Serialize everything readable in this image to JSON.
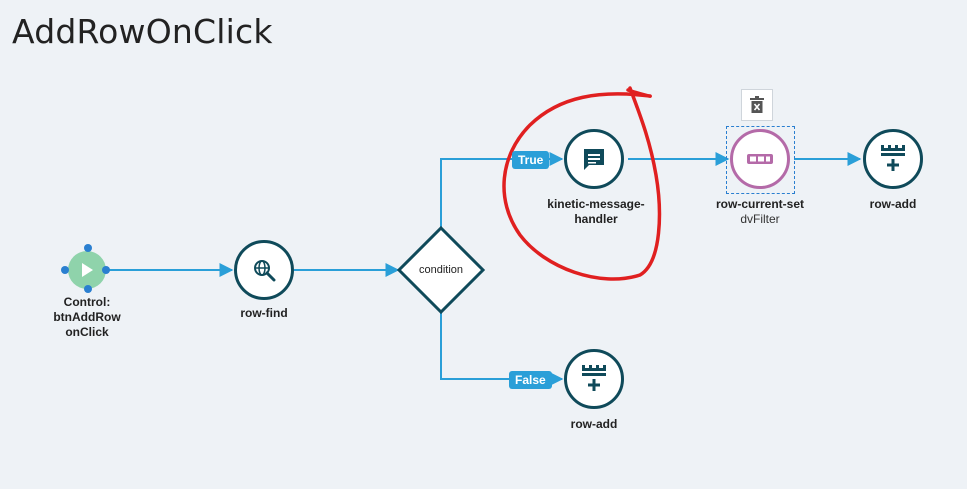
{
  "title": "AddRowOnClick",
  "nodes": {
    "start": {
      "label": "Control:",
      "label2": "btnAddRow",
      "label3": "onClick"
    },
    "row_find": {
      "label": "row-find",
      "icon": "globe-search-icon"
    },
    "condition": {
      "label": "condition"
    },
    "message_handler": {
      "label": "kinetic-message-",
      "label2": "handler",
      "icon": "chat-message-icon"
    },
    "row_current_set": {
      "label": "row-current-set",
      "sub": "dvFilter",
      "icon": "textbox-icon"
    },
    "row_add_top": {
      "label": "row-add",
      "icon": "table-add-icon"
    },
    "row_add_bottom": {
      "label": "row-add",
      "icon": "table-add-icon"
    }
  },
  "edges": {
    "true_label": "True",
    "false_label": "False"
  },
  "toolbar": {
    "delete_icon": "trash-icon"
  },
  "colors": {
    "background": "#eef2f6",
    "node_border": "#0f4a5a",
    "selected_border": "#b46aa8",
    "edge": "#2a9fd8",
    "badge": "#2a9fd8",
    "start": "#8fd3ab",
    "annotation": "#e02020"
  }
}
